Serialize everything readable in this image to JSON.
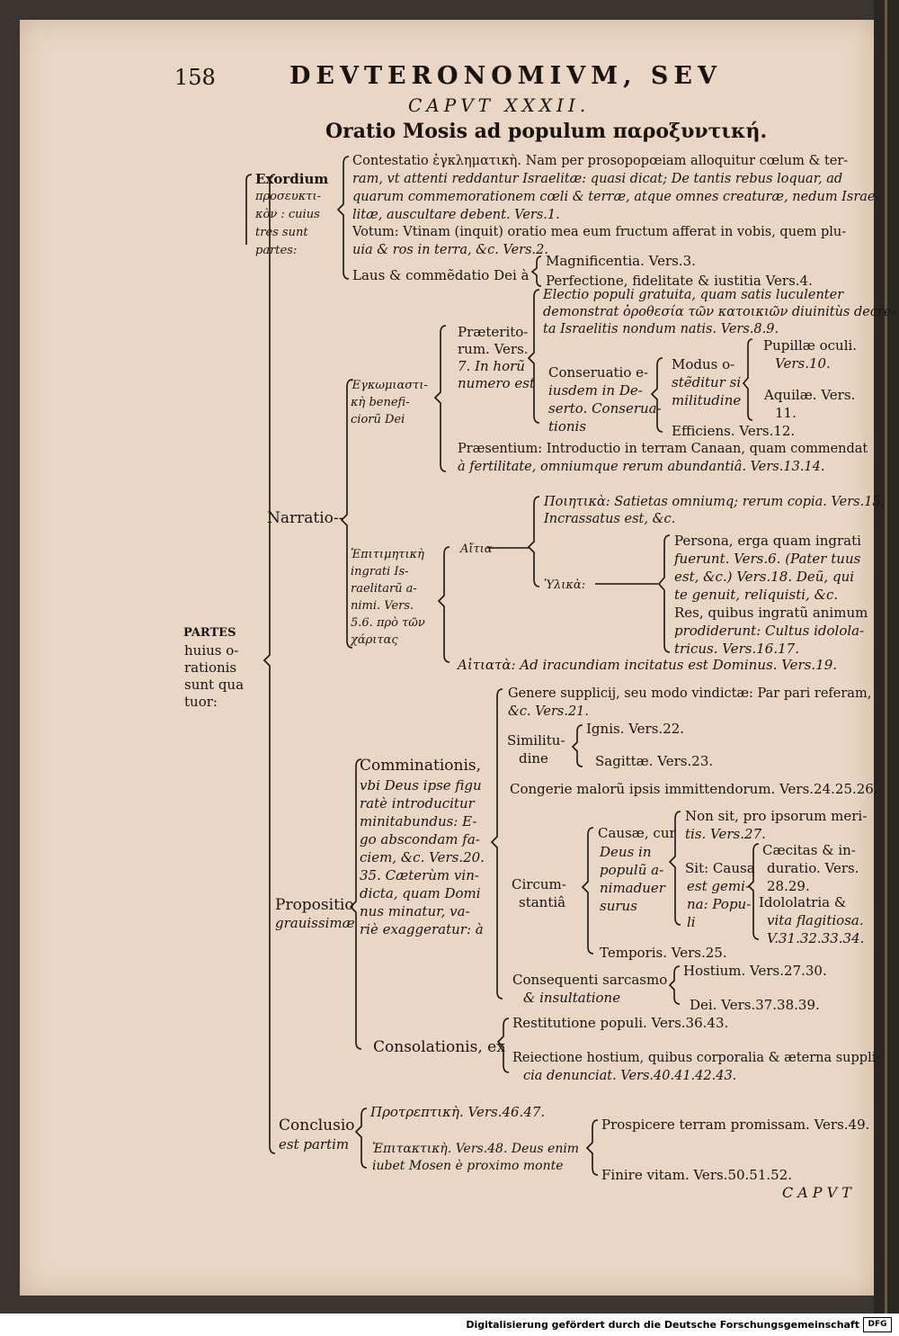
{
  "page": {
    "number": "158",
    "running_head": "DEVTERONOMIVM, SEV",
    "chapter": "CAPVT XXXII.",
    "title": "Oratio Mosis ad populum παροξυντική.",
    "catchword": "CAPVT"
  },
  "root": {
    "label_1": "PARTES",
    "label_2": "huius o-",
    "label_3": "rationis",
    "label_4": "sunt qua",
    "label_5": "tuor:"
  },
  "exordium": {
    "head_lines": [
      "Exordium",
      "προσευκτι-",
      "κὸν : cuius",
      "tres sunt",
      "partes:"
    ],
    "contestatio": [
      "Contestatio ἐγκληματικὴ. Nam per prosopopœiam alloquitur cœlum & ter-",
      "ram, vt attenti reddantur Israelitæ: quasi dicat; De tantis rebus loquar, ad",
      "quarum commemorationem cœli & terræ, atque omnes creaturæ, nedum Israe-",
      "litæ, auscultare debent. Vers.1."
    ],
    "votum": [
      "Votum: Vtinam (inquit) oratio mea eum fructum afferat in vobis, quem plu-",
      "uia & ros in terra, &c. Vers.2."
    ],
    "laus": "Laus & commẽdatio Dei à",
    "magnificentia": "Magnificentia. Vers.3.",
    "perfectione": "Perfectione, fidelitate & iustitia Vers.4."
  },
  "narratio": {
    "label": "Narratio--",
    "enc_lines": [
      "Ἐγκωμιαστι-",
      "κὴ benefi-",
      "ciorũ Dei"
    ],
    "praet_lines": [
      "Præterito-",
      "rum. Vers.",
      "7. In horũ",
      "numero est"
    ],
    "electio": [
      "Electio populi gratuita, quam satis luculenter",
      "demonstrat ὁροθεσία τῶν κατοικιῶν diuinitùs decre-",
      "ta Israelitis nondum natis. Vers.8.9."
    ],
    "conserv_lines": [
      "Conseruatio e-",
      "iusdem in De-",
      "serto. Conserua-",
      "tionis"
    ],
    "modus_lines": [
      "Modus o-",
      "stẽditur si",
      "militudine"
    ],
    "pupillae": [
      "Pupillæ oculi.",
      "Vers.10."
    ],
    "aquilae": [
      "Aquilæ. Vers.",
      "11."
    ],
    "efficiens": "Efficiens. Vers.12.",
    "praesentium": [
      "Præsentium: Introductio in terram Canaan, quam commendat",
      "à fertilitate, omniumque rerum abundantiâ. Vers.13.14."
    ],
    "epit_lines": [
      "Ἐπιτιμητικὴ",
      "ingrati Is-",
      "raelitarũ a-",
      "nimi. Vers.",
      "5.6. πρὸ τῶν",
      "χάριτας"
    ],
    "aitia": "Αἴτια",
    "poietika": [
      "Ποιητικὰ: Satietas omniumq; rerum copia. Vers.15.",
      "Incrassatus est, &c."
    ],
    "hylika": "Ὑλικὰ:",
    "persona": [
      "Persona, erga quam ingrati",
      "fuerunt. Vers.6. (Pater tuus",
      "est, &c.) Vers.18. Deũ, qui",
      "te genuit, reliquisti, &c."
    ],
    "res": [
      "Res, quibus ingratũ animum",
      "prodiderunt: Cultus idolola-",
      "tricus. Vers.16.17."
    ],
    "aitiatika": "Αἰτιατὰ: Ad iracundiam incitatus est Dominus. Vers.19."
  },
  "propositio": {
    "label_lines": [
      "Propositio",
      "grauissimæ"
    ],
    "comm_lines": [
      "Comminationis,",
      "vbi Deus ipse figu",
      "ratè introducitur",
      "minitabundus: E-",
      "go abscondam fa-",
      "ciem, &c. Vers.20.",
      "35. Cæterùm vin-",
      "dicta, quam Domi",
      "nus minatur, va-",
      "riè exaggeratur: à"
    ],
    "genere": [
      "Genere supplicij, seu modo vindictæ: Par pari referam,",
      "&c. Vers.21."
    ],
    "simil_lines": [
      "Similitu-",
      "dine"
    ],
    "ignis": "Ignis. Vers.22.",
    "sagittae": "Sagittæ. Vers.23.",
    "congerie": "Congerie malorũ ipsis immittendorum. Vers.24.25.26.",
    "circum_lines": [
      "Circum-",
      "stantiâ"
    ],
    "causae_lines": [
      "Causæ, cur",
      "Deus in",
      "populũ a-",
      "nimaduer",
      "surus"
    ],
    "non_sit": [
      "Non sit, pro ipsorum meri-",
      "tis. Vers.27."
    ],
    "sit_lines": [
      "Sit: Causa",
      "est gemi-",
      "na: Popu-",
      "li"
    ],
    "caecitas": [
      "Cæcitas & in-",
      "duratio. Vers.",
      "28.29."
    ],
    "idololatria": [
      "Idololatria &",
      "vita flagitiosa.",
      "V.31.32.33.34."
    ],
    "temporis": "Temporis. Vers.25.",
    "conseq_lines": [
      "Consequenti sarcasmo",
      "& insultatione"
    ],
    "hostium": "Hostium. Vers.27.30.",
    "dei": "Dei. Vers.37.38.39.",
    "consolationis": "Consolationis, ex",
    "restitutione": "Restitutione populi. Vers.36.43.",
    "reiectione": [
      "Reiectione hostium, quibus corporalia & æterna suppli-",
      "cia denunciat. Vers.40.41.42.43."
    ]
  },
  "conclusio": {
    "label_lines": [
      "Conclusio",
      "est partim"
    ],
    "protreptike": "Προτρεπτικὴ. Vers.46.47.",
    "epitaktike": [
      "Ἐπιτακτικὴ. Vers.48. Deus enim",
      "iubet Mosen è proximo monte"
    ],
    "prospicere": "Prospicere terram promissam. Vers.49.",
    "finire": "Finire vitam. Vers.50.51.52."
  },
  "footer": {
    "credit": "Digitalisierung gefördert durch die Deutsche Forschungsgemeinschaft",
    "logo": "DFG"
  }
}
